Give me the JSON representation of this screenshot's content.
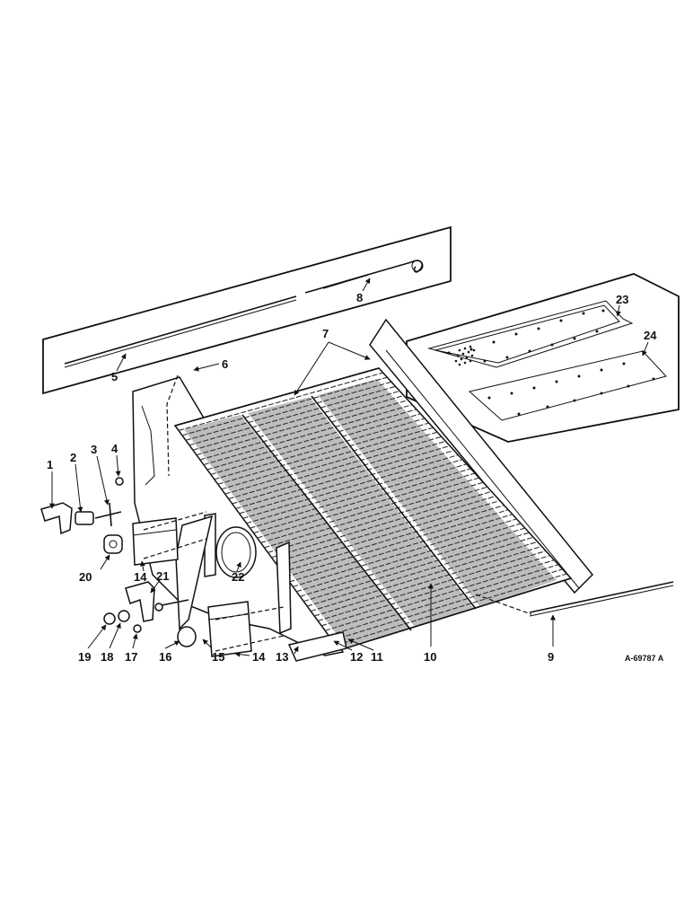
{
  "diagram": {
    "drawing_code": "A-69787 A",
    "callouts": [
      "1",
      "2",
      "3",
      "4",
      "5",
      "6",
      "7",
      "8",
      "9",
      "10",
      "11",
      "12",
      "13",
      "14",
      "14",
      "15",
      "16",
      "17",
      "18",
      "19",
      "20",
      "21",
      "22",
      "23",
      "24"
    ]
  }
}
